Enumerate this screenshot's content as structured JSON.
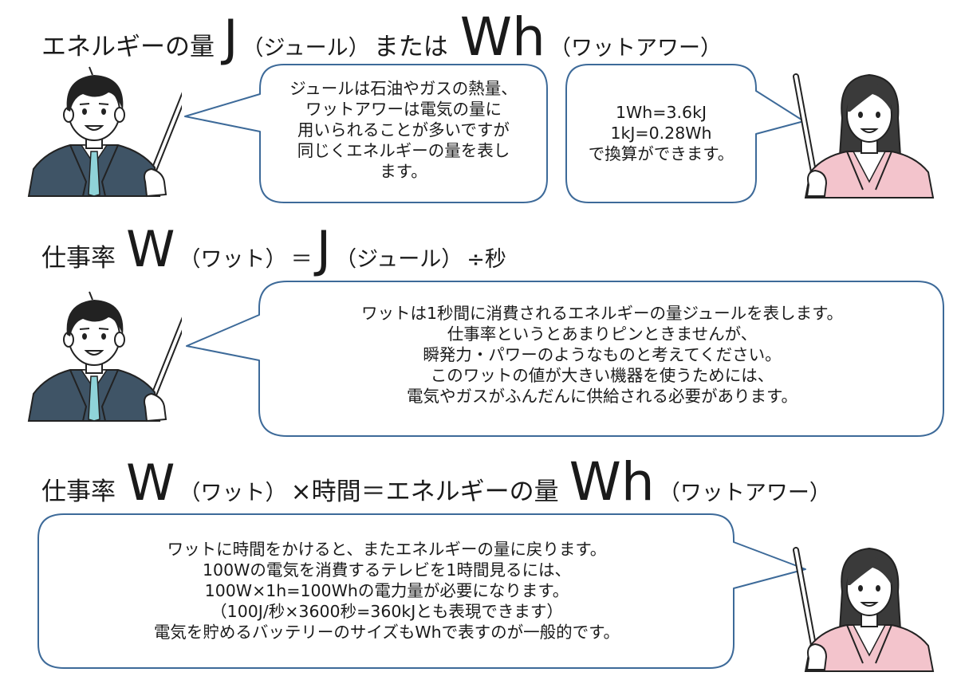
{
  "section1": {
    "heading": {
      "prefix": "エネルギーの量",
      "unit1": "J",
      "unit1_reading": "（ジュール）",
      "connector": "または",
      "unit2": "Wh",
      "unit2_reading": "（ワットアワー）"
    },
    "bubble_left": {
      "lines": [
        "ジュールは石油やガスの熱量、",
        "ワットアワーは電気の量に",
        "用いられることが多いですが",
        "同じくエネルギーの量を表し",
        "ます。"
      ]
    },
    "bubble_right": {
      "lines": [
        "1Wh=3.6kJ",
        "1kJ=0.28Wh",
        "で換算ができます。"
      ]
    }
  },
  "section2": {
    "heading": {
      "prefix": "仕事率",
      "unit1": "W",
      "unit1_reading": "（ワット）",
      "equals": "＝",
      "unit2": "J",
      "unit2_reading": "（ジュール）",
      "suffix": "÷秒"
    },
    "bubble": {
      "lines": [
        "ワットは1秒間に消費されるエネルギーの量ジュールを表します。",
        "仕事率というとあまりピンときませんが、",
        "瞬発力・パワーのようなものと考えてください。",
        "このワットの値が大きい機器を使うためには、",
        "電気やガスがふんだんに供給される必要があります。"
      ]
    }
  },
  "section3": {
    "heading": {
      "prefix": "仕事率",
      "unit1": "W",
      "unit1_reading": "（ワット）",
      "middle": "×時間＝エネルギーの量",
      "unit2": "Wh",
      "unit2_reading": "（ワットアワー）"
    },
    "bubble": {
      "lines": [
        "ワットに時間をかけると、またエネルギーの量に戻ります。",
        "100Wの電気を消費するテレビを1時間見るには、",
        "100W×1h=100Whの電力量が必要になります。",
        "（100J/秒×3600秒=360kJとも表現できます）",
        "電気を貯めるバッテリーのサイズもWhで表すのが一般的です。"
      ]
    }
  },
  "colors": {
    "bubble_border": "#3d6a99",
    "suit": "#3f5466",
    "tie": "#8fd3d8",
    "hair": "#222222",
    "skin": "#ffffff",
    "jacket_female": "#f3c4cc"
  },
  "icons": [
    "male-teacher-pointer-illustration",
    "female-teacher-pointer-illustration"
  ]
}
